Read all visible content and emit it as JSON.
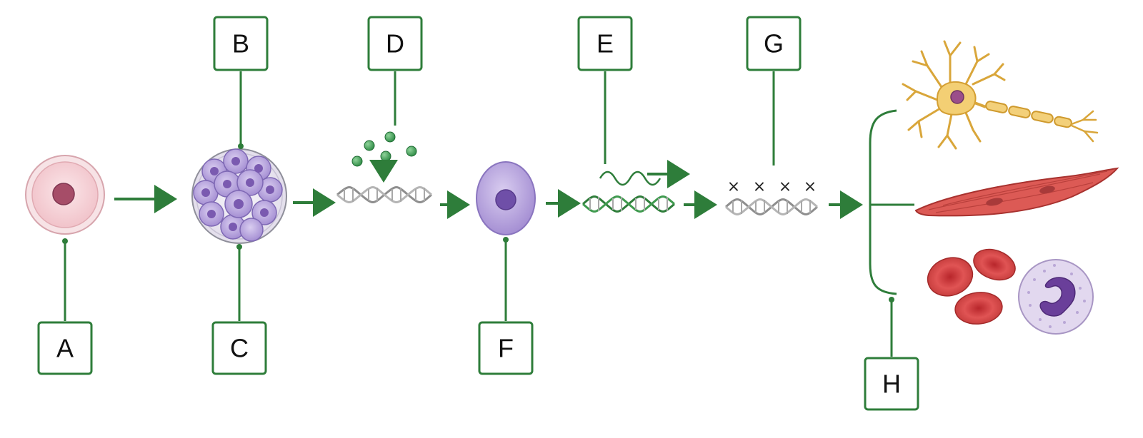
{
  "labels": {
    "a": "A",
    "b": "B",
    "c": "C",
    "d": "D",
    "e": "E",
    "f": "F",
    "g": "G",
    "h": "H"
  },
  "silenced_marks": [
    "×",
    "×",
    "×",
    "×"
  ],
  "colors": {
    "accent_green": "#2e7d3a",
    "zygote_pink": "#f3c9cf",
    "cell_purple": "#b7a4dc",
    "dna_gray": "#9a9a9a",
    "neuron_yellow": "#f0c860",
    "muscle_red": "#d9534f",
    "rbc_red": "#d63b3b",
    "wbc_violet": "#d8cdea"
  },
  "icons": [
    "zygote-icon",
    "blastocyst-icon",
    "dna-icon",
    "stem-cell-icon",
    "neuron-icon",
    "muscle-cell-icon",
    "red-blood-cell-icon",
    "white-blood-cell-icon"
  ]
}
